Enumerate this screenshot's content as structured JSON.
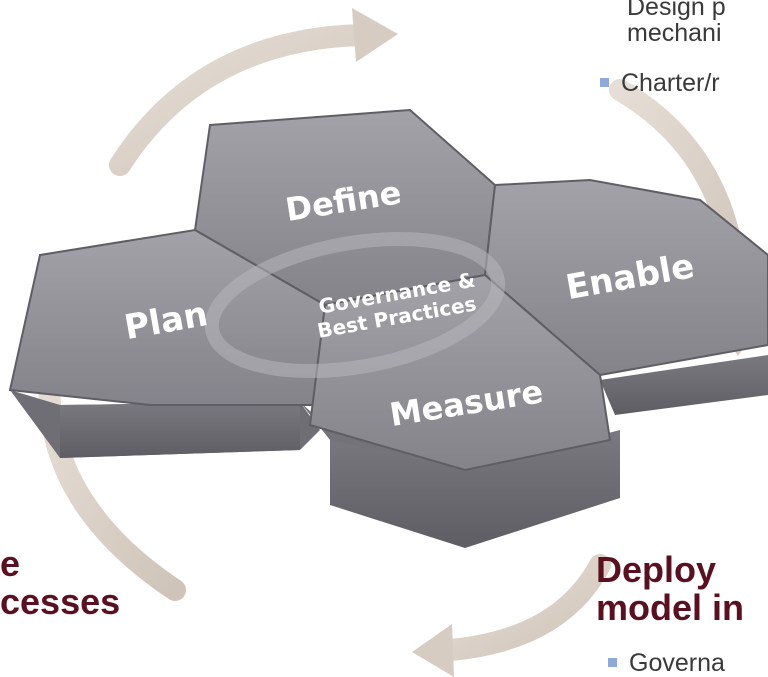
{
  "center": {
    "line1": "Governance &",
    "line2": "Best Practices"
  },
  "phases": {
    "define": "Define",
    "enable": "Enable",
    "plan": "Plan",
    "measure": "Measure"
  },
  "top_right": {
    "line1": "Design p",
    "line2": "mechani",
    "bullet": "Charter/r"
  },
  "bottom_left": {
    "line1": "e",
    "line2": "cesses"
  },
  "bottom_right": {
    "line1": "Deploy",
    "line2": "model in",
    "bullet": "Governa"
  },
  "colors": {
    "hex_top": "#8e8d93",
    "hex_side": "#6b6a71",
    "arrow": "#d8cfc6",
    "heading": "#5a1020",
    "bullet": "#8eaadb"
  }
}
